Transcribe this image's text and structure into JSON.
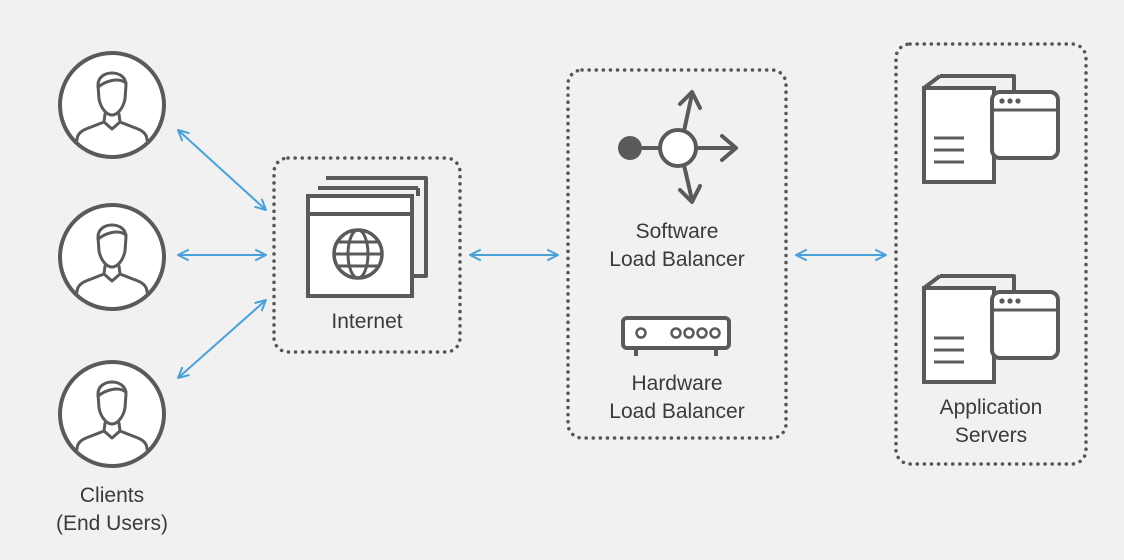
{
  "colors": {
    "background": "#f1f1f1",
    "icon_stroke": "#5a5a5a",
    "icon_fill": "#ffffff",
    "arrow": "#4aa0d8",
    "dotted_border": "#555555",
    "text": "#3a3a3a"
  },
  "clients": {
    "label_line1": "Clients",
    "label_line2": "(End Users)",
    "icon": "user-icon",
    "count": 3
  },
  "internet": {
    "label": "Internet",
    "icon": "browser-globe-icon"
  },
  "load_balancers": {
    "software_line1": "Software",
    "software_line2": "Load Balancer",
    "software_icon": "load-balancer-router-icon",
    "hardware_line1": "Hardware",
    "hardware_line2": "Load Balancer",
    "hardware_icon": "hardware-device-icon"
  },
  "app_servers": {
    "label_line1": "Application",
    "label_line2": "Servers",
    "icon": "server-with-window-icon",
    "count": 2
  },
  "connections": [
    {
      "from": "clients",
      "to": "internet",
      "type": "bidirectional-arrow"
    },
    {
      "from": "internet",
      "to": "load_balancers",
      "type": "bidirectional-arrow"
    },
    {
      "from": "load_balancers",
      "to": "app_servers",
      "type": "bidirectional-arrow"
    }
  ]
}
